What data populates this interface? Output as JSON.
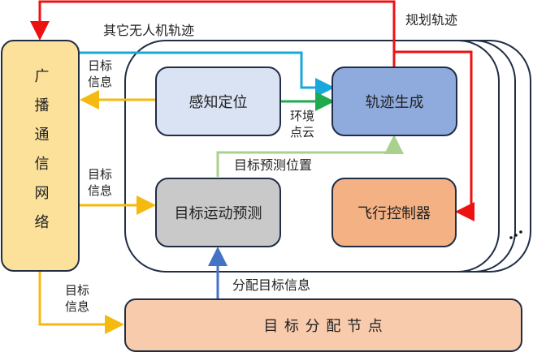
{
  "nodes": {
    "broadcast": {
      "label": "广播通信网络",
      "chars": [
        "广",
        "播",
        "通",
        "信",
        "网",
        "络"
      ],
      "color": "#fbe19a"
    },
    "perception": {
      "label": "感知定位",
      "color": "#dae3f3"
    },
    "trajectory": {
      "label": "轨迹生成",
      "color": "#8faadc"
    },
    "prediction": {
      "label": "目标运动预测",
      "color": "#c9c9c9"
    },
    "flight_controller": {
      "label": "飞行控制器",
      "color": "#f4b183"
    },
    "assignment": {
      "label": "目 标 分 配 节 点",
      "color": "#f8cbad"
    }
  },
  "edges": {
    "other_uav_traj": {
      "label": "其它无人机轨迹",
      "color": "#1aa7dc"
    },
    "planned_traj": {
      "label": "规划轨迹",
      "color": "#ee1111"
    },
    "perception_to_broadcast": {
      "label": [
        "日标",
        "信息"
      ],
      "color": "#f5b90f"
    },
    "env_pointcloud": {
      "label": [
        "环境",
        "点云"
      ],
      "color": "#1faa4f"
    },
    "predicted_position": {
      "label": "目标预测位置",
      "color": "#a9d18e"
    },
    "broadcast_to_prediction": {
      "label": [
        "目标",
        "信息"
      ],
      "color": "#f5b90f"
    },
    "broadcast_to_assignment": {
      "label": [
        "目标",
        "信息"
      ],
      "color": "#f5b90f"
    },
    "assigned_target": {
      "label": "分配目标信息",
      "color": "#4472c4"
    }
  },
  "ellipsis": "..."
}
